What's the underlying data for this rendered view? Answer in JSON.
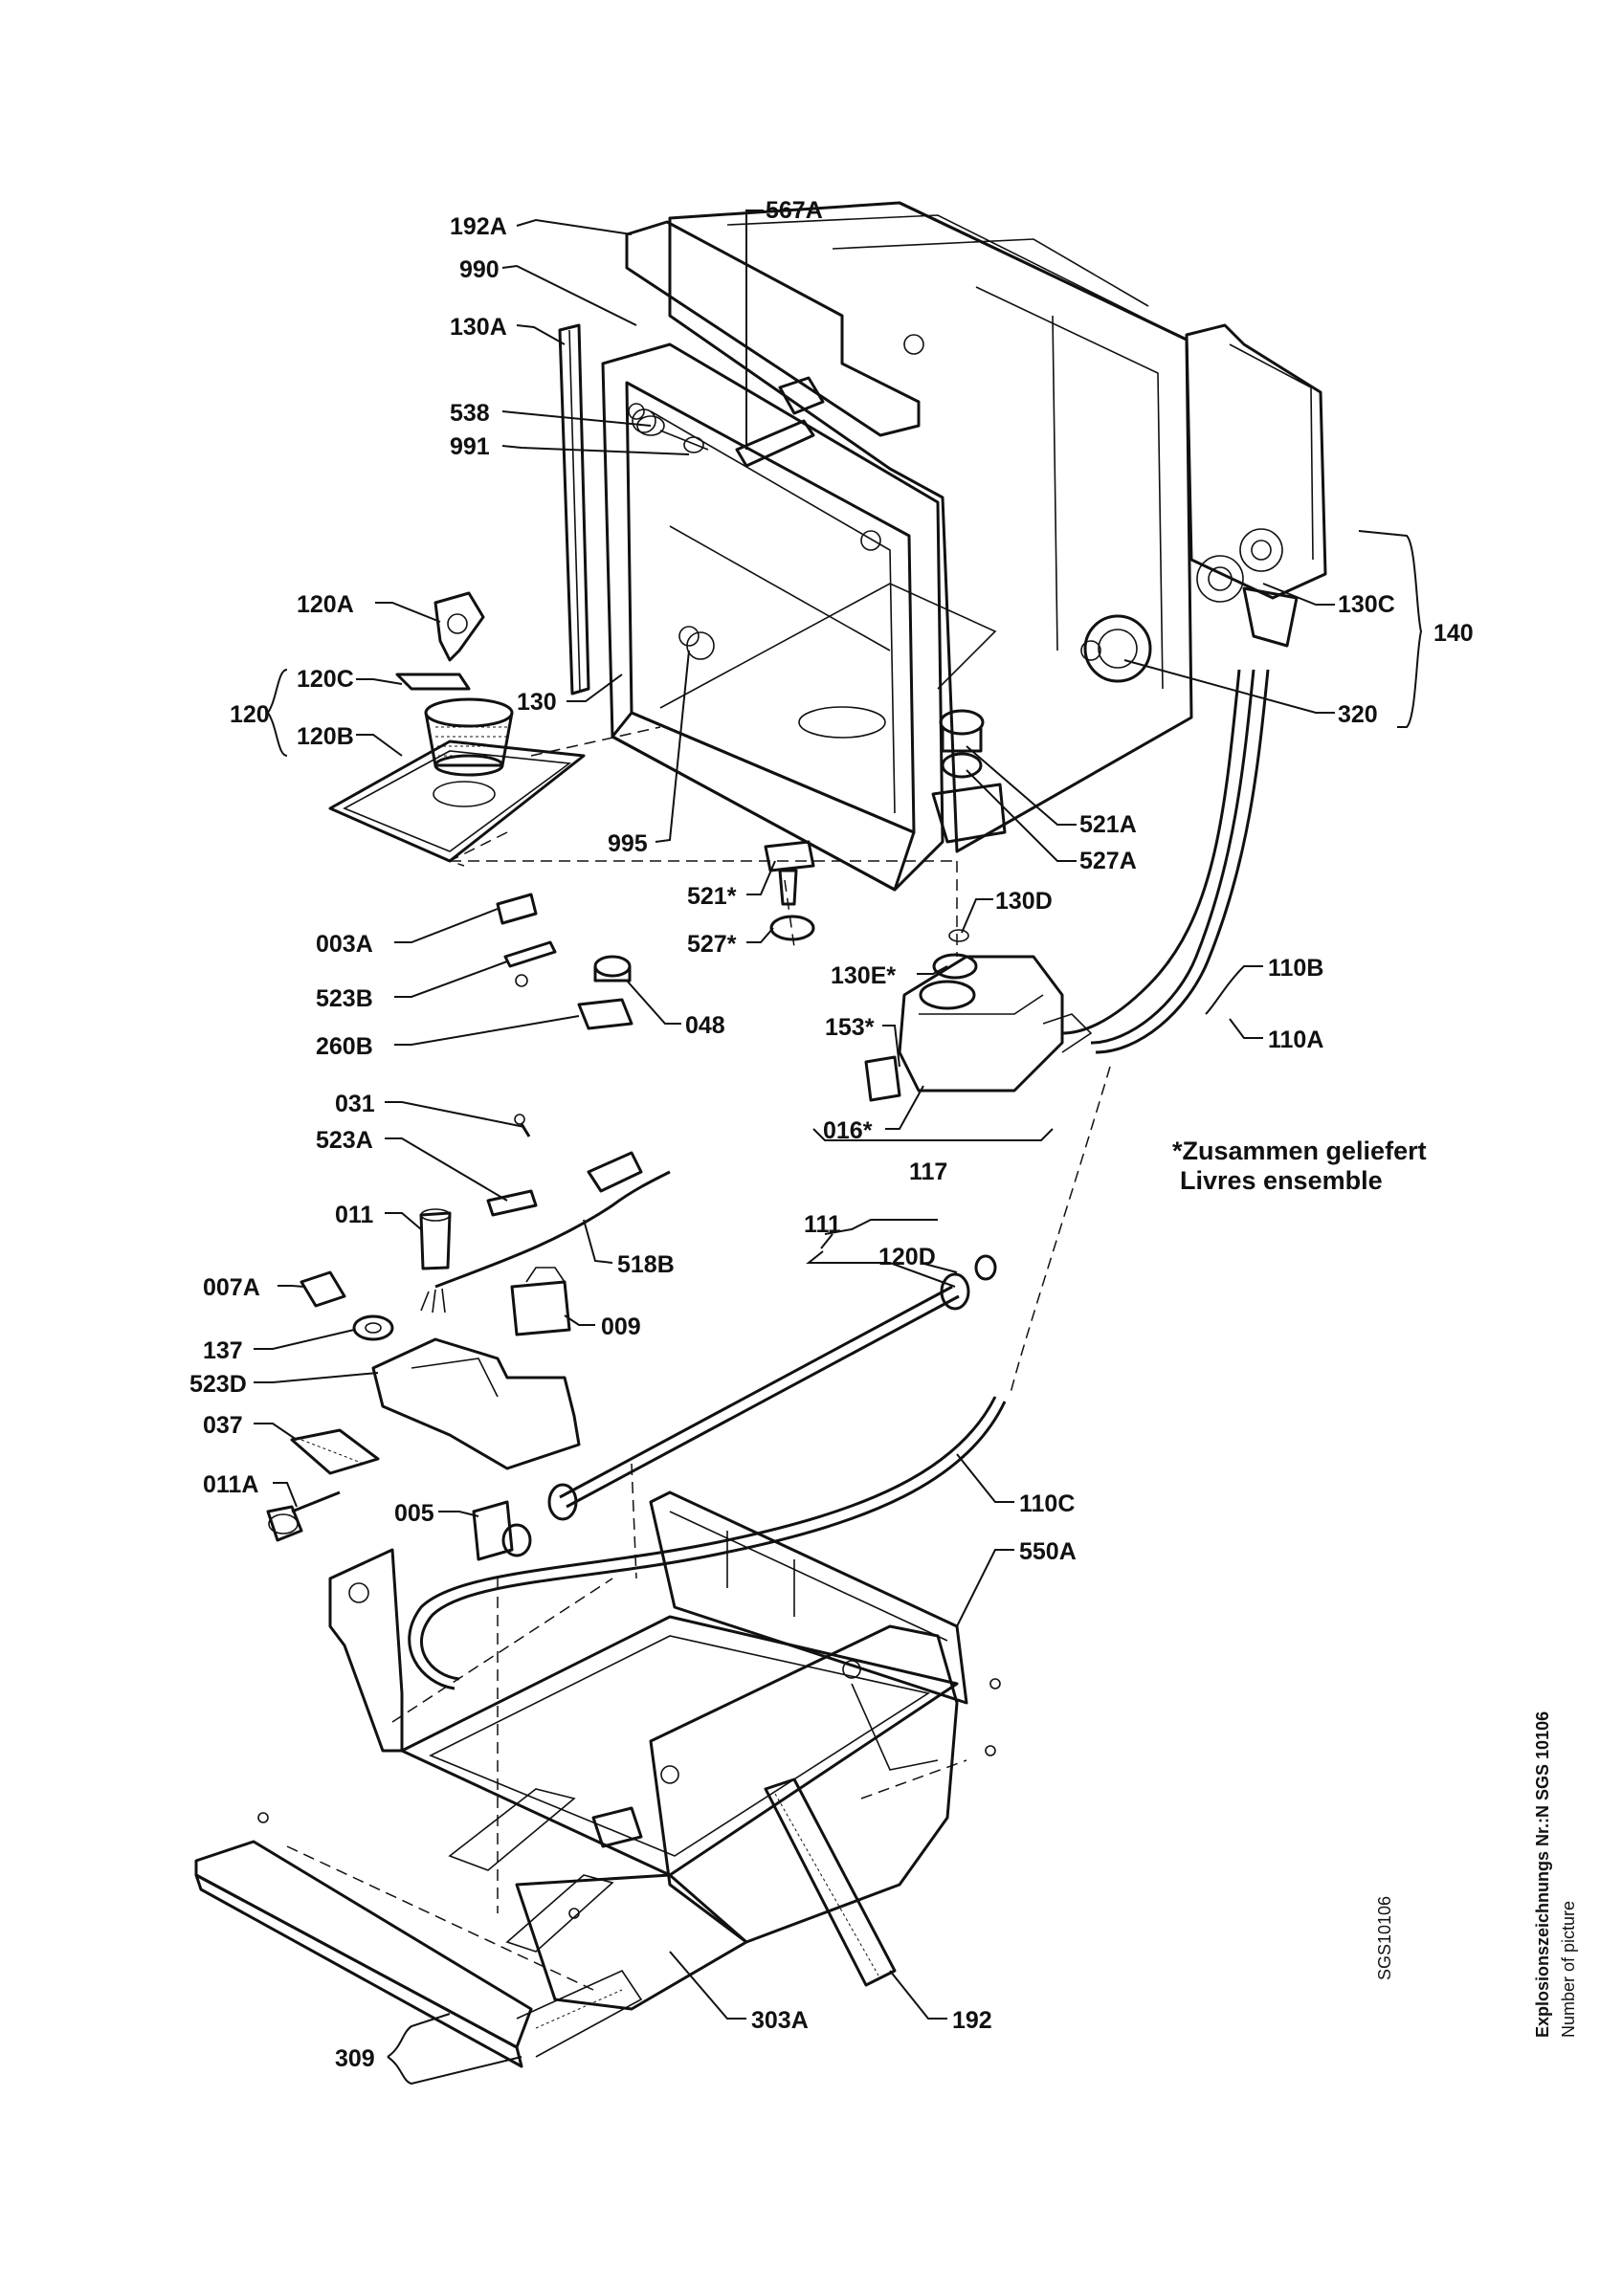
{
  "drawing_ids": {
    "picture_no": "SGS10106",
    "explosion_title": "Explosionszeichnungs Nr.:N SGS 10106",
    "number_of_picture": "Number of picture"
  },
  "footnote": {
    "line1": "*Zusammen geliefert",
    "line2": "Livres ensemble"
  },
  "labels": {
    "l192A": "192A",
    "l990": "990",
    "l130A": "130A",
    "l538": "538",
    "l991": "991",
    "l567A": "567A",
    "l120A": "120A",
    "l120C": "120C",
    "l120": "120",
    "l120B": "120B",
    "l130": "130",
    "l995": "995",
    "l130C": "130C",
    "l140": "140",
    "l320": "320",
    "l521A": "521A",
    "l527A": "527A",
    "l521s": "521*",
    "l527s": "527*",
    "l130D": "130D",
    "l130Es": "130E*",
    "l003A": "003A",
    "l523B": "523B",
    "l048": "048",
    "l260B": "260B",
    "l153s": "153*",
    "l016s": "016*",
    "l117": "117",
    "l110B": "110B",
    "l110A": "110A",
    "l031": "031",
    "l523A": "523A",
    "l011": "011",
    "l518B": "518B",
    "l111": "111",
    "l120D": "120D",
    "l007A": "007A",
    "l009": "009",
    "l137": "137",
    "l523D": "523D",
    "l037": "037",
    "l011A": "011A",
    "l005": "005",
    "l110C": "110C",
    "l550A": "550A",
    "l303A": "303A",
    "l192": "192",
    "l309": "309"
  }
}
